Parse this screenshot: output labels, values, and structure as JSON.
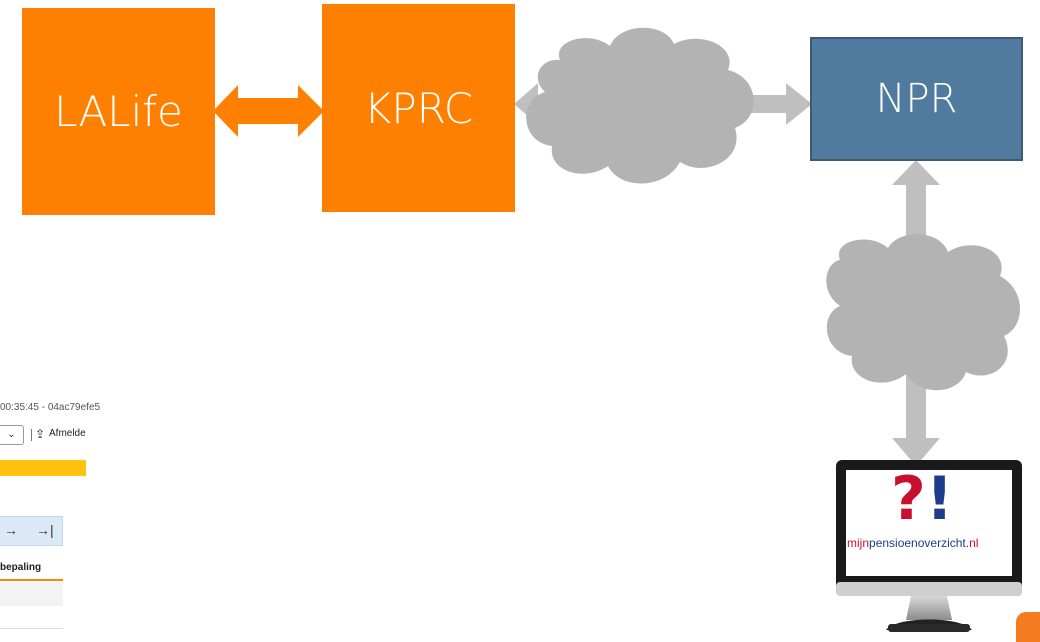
{
  "nodes": {
    "lalife": "LALife",
    "kprc": "KPRC",
    "npr": "NPR"
  },
  "colors": {
    "orange": "#ff8000",
    "npr_blue": "#507a9e",
    "arrow_gray": "#bfbfbf",
    "cloud_gray": "#b3b3b3"
  },
  "app_fragment": {
    "timestamp": "00:35:45 - 04ac79efe5",
    "logout_label": "Afmelde",
    "nav_next": "→",
    "nav_last": "→|",
    "tab_label": "bepaling"
  },
  "monitor": {
    "question": "?",
    "exclamation": "!",
    "site_prefix": "mijn",
    "site_mid": "pensioenoverzicht",
    "site_suffix": ".nl"
  }
}
